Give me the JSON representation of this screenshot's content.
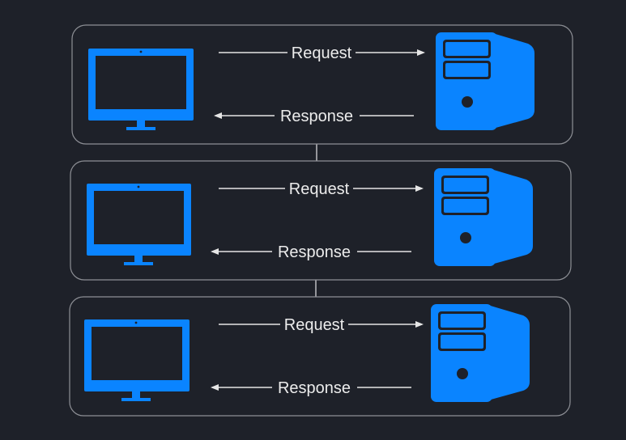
{
  "colors": {
    "background": "#1e2129",
    "panel_border": "#8e9096",
    "connector": "#c8c9cc",
    "device_blue": "#0a84ff",
    "screen": "#1e2129",
    "arrow": "#e6e6e6",
    "label": "#ececec"
  },
  "icons": {
    "client": "desktop-monitor-icon",
    "server": "tower-server-icon"
  },
  "rows": [
    {
      "request_label": "Request",
      "response_label": "Response"
    },
    {
      "request_label": "Request",
      "response_label": "Response"
    },
    {
      "request_label": "Request",
      "response_label": "Response"
    }
  ]
}
